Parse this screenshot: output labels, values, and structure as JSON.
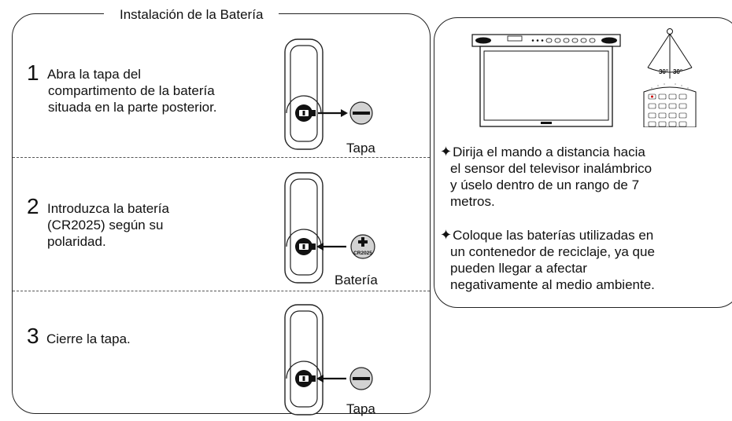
{
  "section_title": "Instalación de la Batería",
  "steps": [
    {
      "num": "1",
      "lines": [
        "Abra la tapa del",
        "compartimento de la batería",
        "situada en la parte posterior."
      ],
      "caption": "Tapa"
    },
    {
      "num": "2",
      "lines": [
        "Introduzca la batería",
        "(CR2025) según su",
        "polaridad."
      ],
      "caption": "Batería"
    },
    {
      "num": "3",
      "lines": [
        "Cierre la tapa."
      ],
      "caption": "Tapa"
    }
  ],
  "battery_label": "CR2025",
  "angle_labels": [
    "30°",
    "30°"
  ],
  "notes": [
    {
      "lines": [
        "Dirija el mando a distancia hacia",
        "el sensor del televisor inalámbrico",
        "y úselo dentro de un rango de 7",
        "metros."
      ]
    },
    {
      "lines": [
        "Coloque las baterías utilizadas en",
        "un contenedor de reciclaje, ya que",
        "pueden llegar a afectar",
        "negativamente al medio ambiente."
      ]
    }
  ]
}
